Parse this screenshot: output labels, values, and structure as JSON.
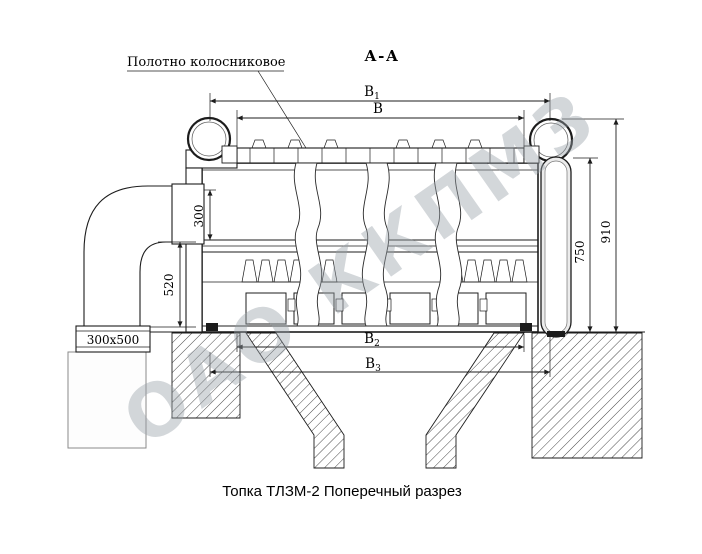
{
  "labels": {
    "section": "А-А",
    "callout": "Полотно колосниковое",
    "caption": "Топка ТЛЗМ-2 Поперечный разрез",
    "watermark": "ОАО ККПМЗ"
  },
  "dimensions": {
    "b1": {
      "base": "В",
      "sub": "1"
    },
    "b": "В",
    "b2": {
      "base": "В",
      "sub": "2"
    },
    "b3": {
      "base": "В",
      "sub": "3"
    },
    "h300": "300",
    "h520": "520",
    "h750": "750",
    "h910": "910",
    "duct_size": "300x500"
  },
  "colors": {
    "line": "#1c1c1c",
    "watermark": "#99a1a9"
  }
}
